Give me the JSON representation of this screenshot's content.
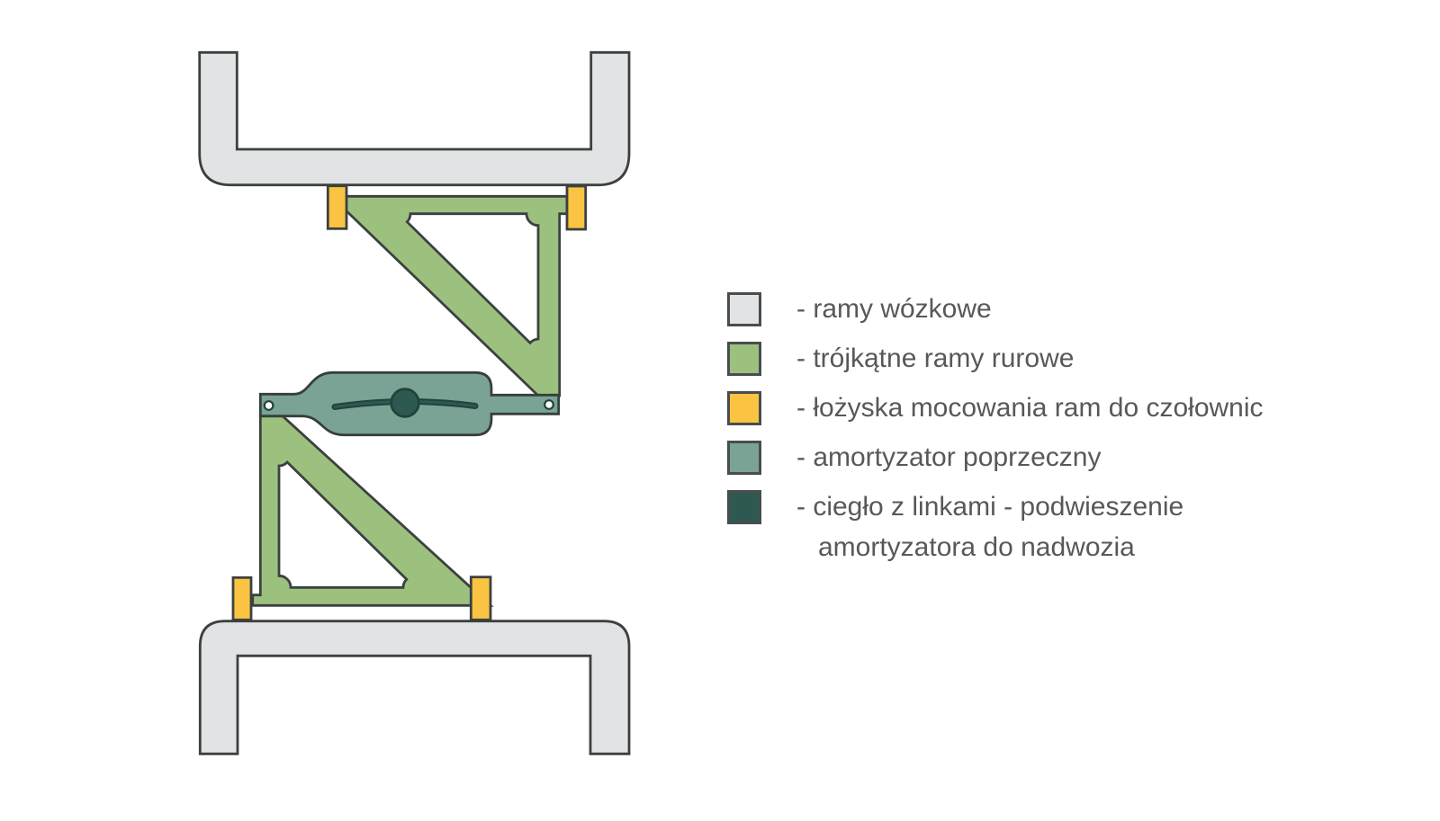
{
  "colors": {
    "background": "#FFFFFF",
    "frame_gray": "#E2E3E5",
    "frame_green": "#9CC17F",
    "bearing_yellow": "#FAC442",
    "damper_teal": "#7AA295",
    "rod_dark_teal": "#2E5951",
    "outline": "#3C4140",
    "damper_detail_outline": "#22423C",
    "text": "#57585A"
  },
  "legend": {
    "items": [
      {
        "name": "bogie-frames",
        "color": "#E2E3E5",
        "label": "- ramy wózkowe"
      },
      {
        "name": "triangular-tubular-frames",
        "color": "#9CC17F",
        "label": "- trójkątne ramy rurowe"
      },
      {
        "name": "frame-mounting-bearings",
        "color": "#FAC442",
        "label": "- łożyska mocowania ram do czołownic"
      },
      {
        "name": "transverse-damper",
        "color": "#7AA295",
        "label": "- amortyzator poprzeczny"
      },
      {
        "name": "rod-with-cables",
        "color": "#2E5951",
        "label": "- ciegło z linkami - podwieszenie",
        "label_line2": "amortyzatora do nadwozia"
      }
    ]
  }
}
